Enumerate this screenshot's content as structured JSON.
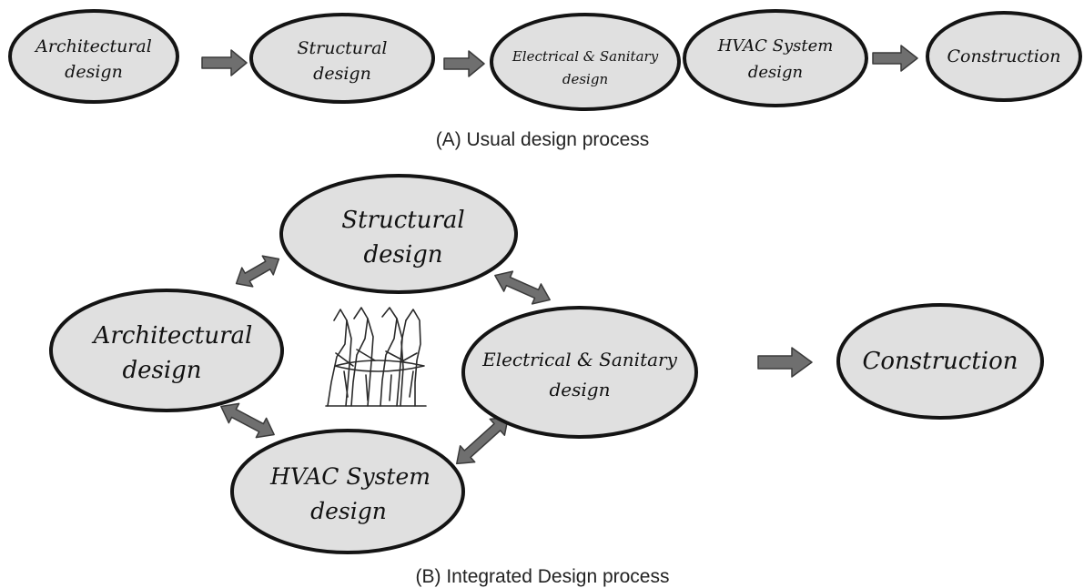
{
  "usual": {
    "caption": "(A) Usual design process",
    "nodes": {
      "architectural": [
        "Architectural",
        "design"
      ],
      "structural": [
        "Structural",
        "design"
      ],
      "electrical": [
        "Electrical & Sanitary",
        "design"
      ],
      "hvac": [
        "HVAC System",
        "design"
      ],
      "construction": [
        "Construction"
      ]
    }
  },
  "integrated": {
    "caption": "(B) Integrated Design process",
    "nodes": {
      "architectural": [
        "Architectural",
        "design"
      ],
      "structural": [
        "Structural",
        "design"
      ],
      "electrical": [
        "Electrical & Sanitary",
        "design"
      ],
      "hvac": [
        "HVAC System",
        "design"
      ],
      "construction": [
        "Construction"
      ]
    },
    "illustration_icon": "team-meeting-sketch-icon"
  },
  "colors": {
    "node_fill": "#e0e0e0",
    "node_stroke": "#141414",
    "arrow_fill": "#6f6f6f"
  }
}
